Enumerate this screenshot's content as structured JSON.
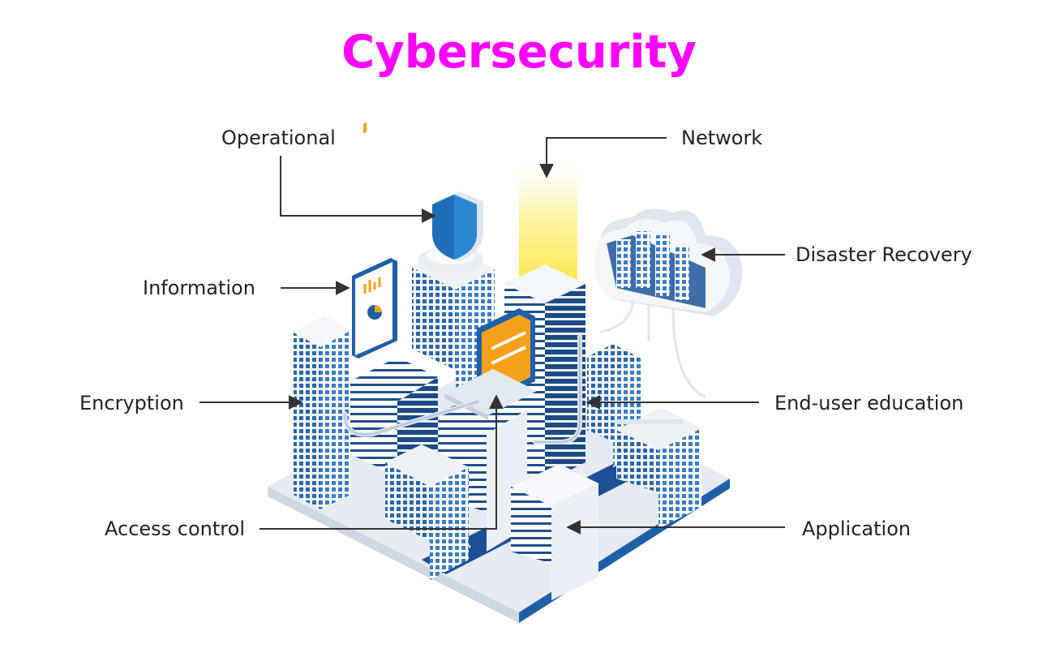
{
  "title": "Cybersecurity",
  "labels": {
    "operational": "Operational",
    "network": "Network",
    "information": "Information",
    "disaster_recovery": "Disaster Recovery",
    "encryption": "Encryption",
    "end_user_education": "End-user education",
    "access_control": "Access control",
    "application": "Application"
  },
  "colors": {
    "title": "#ff00ff",
    "label_text": "#222222",
    "arrow": "#333333",
    "building_blue": "#1f5fa8",
    "building_dark": "#16427a",
    "building_light": "#eef1f5",
    "platform": "#e9edf2",
    "road": "#1d4f94",
    "beam": "#ffe640",
    "laptop_orange": "#f5a11c",
    "shield": "#1f6fb8"
  },
  "icons": [
    "shield-icon",
    "cloud-server-icon",
    "laptop-icon",
    "tablet-chart-icon",
    "light-beam-icon"
  ]
}
